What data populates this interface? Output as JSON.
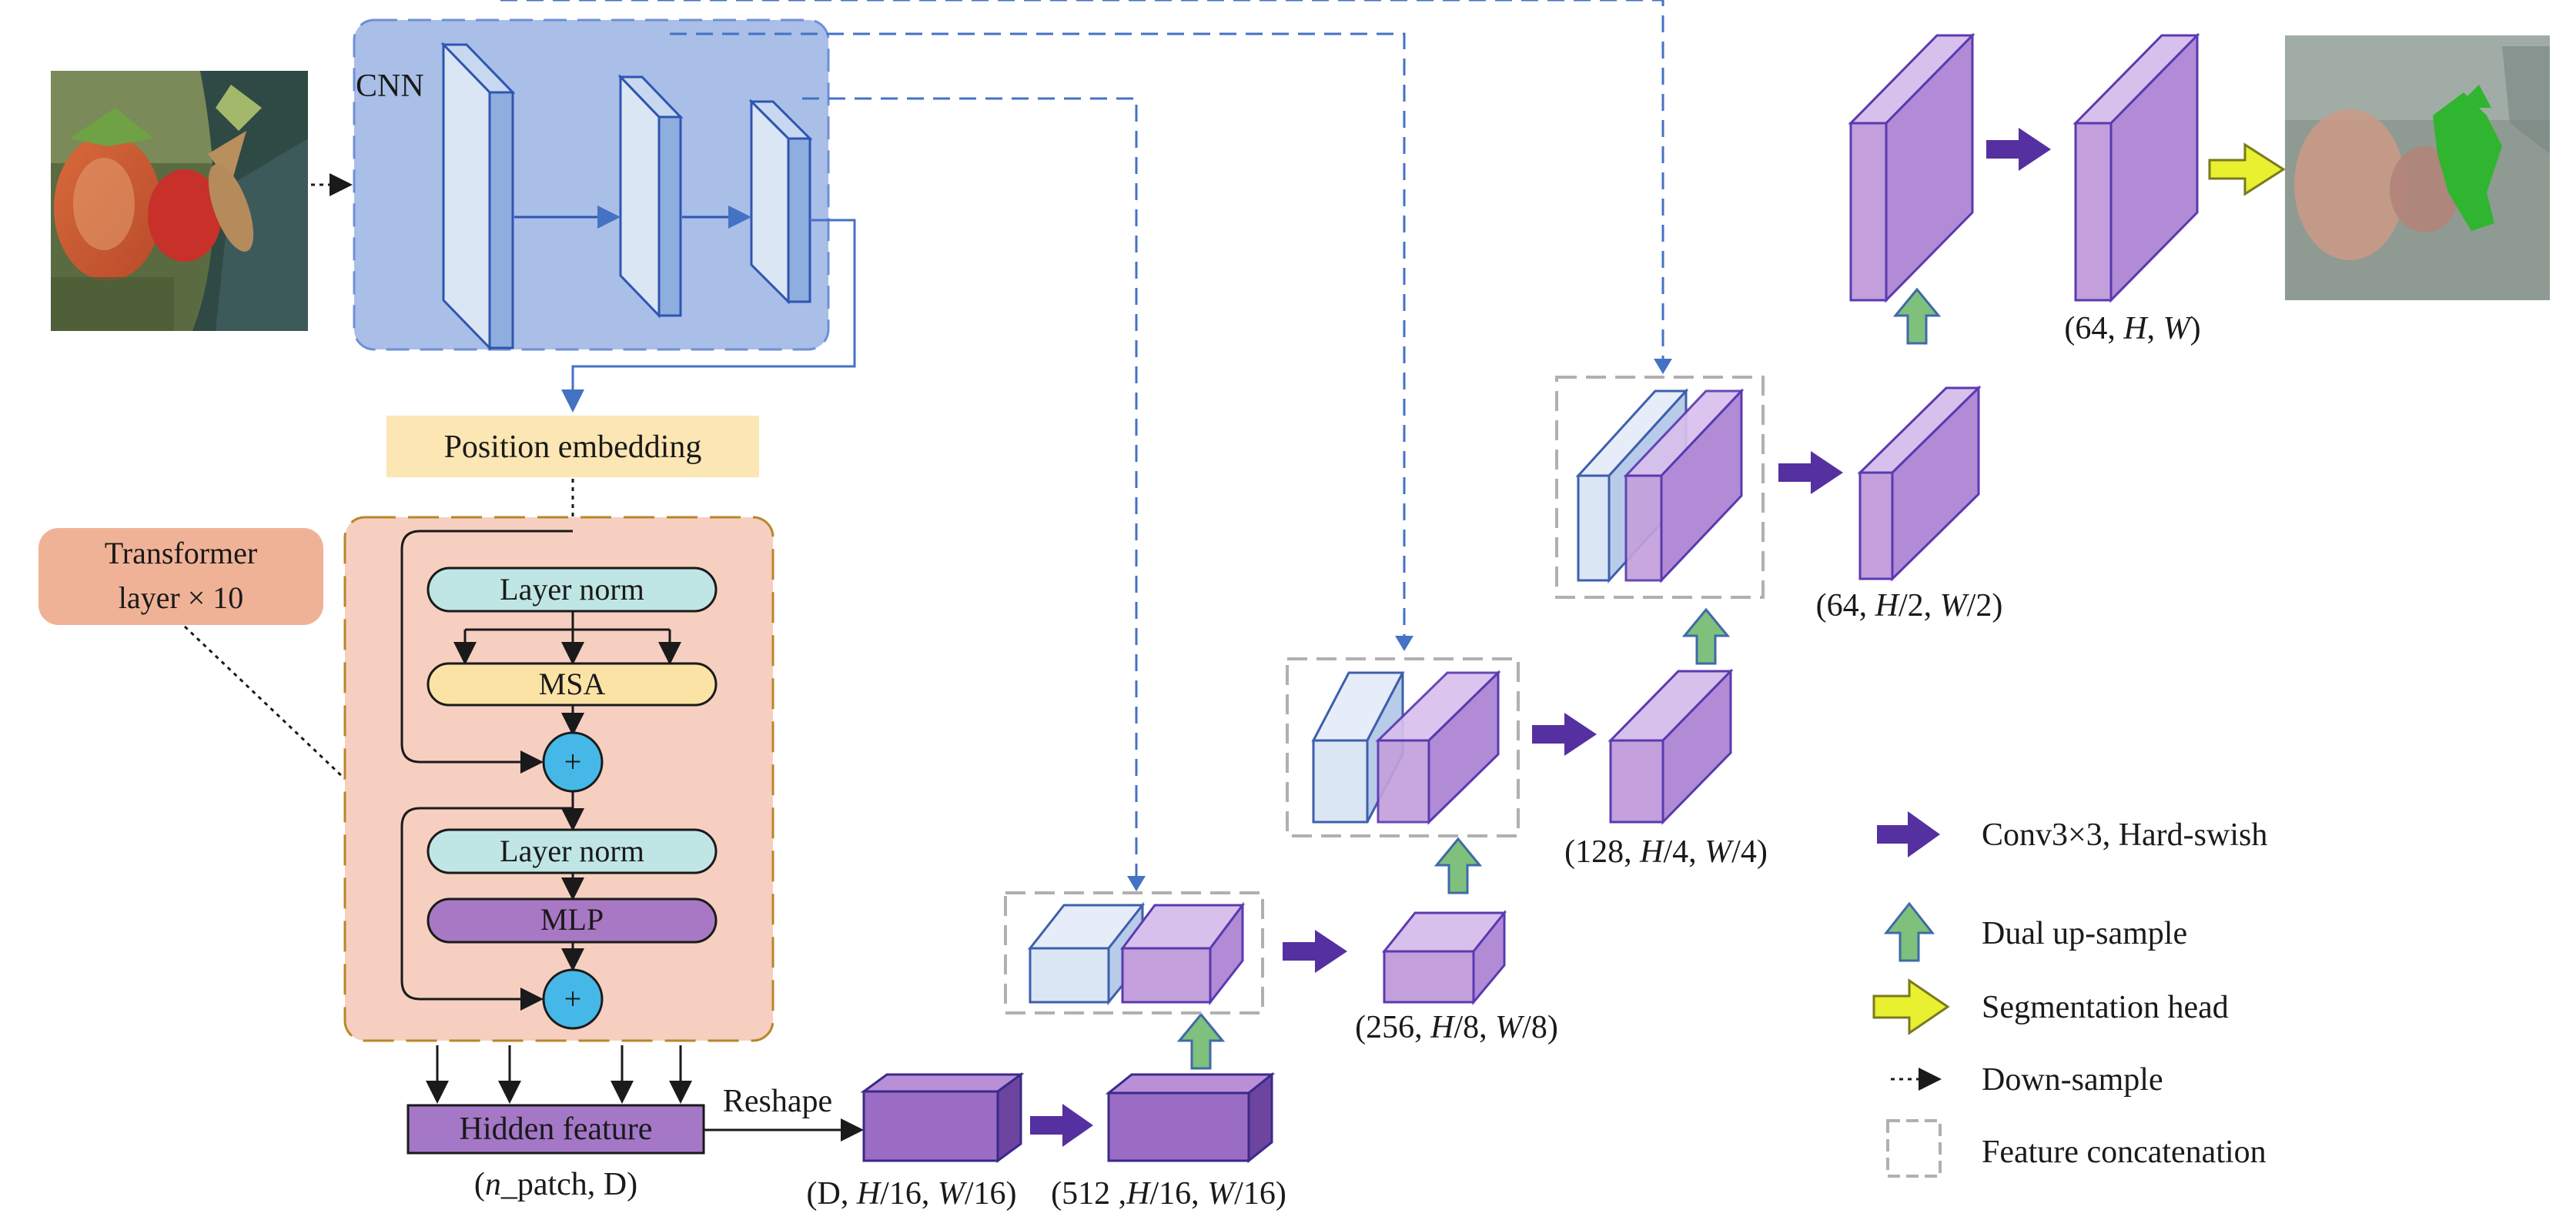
{
  "labels": {
    "cnn": "CNN",
    "position_embedding": "Position embedding",
    "transformer_line1": "Transformer",
    "transformer_line2": "layer × 10",
    "layer_norm_1": "Layer norm",
    "msa": "MSA",
    "layer_norm_2": "Layer norm",
    "mlp": "MLP",
    "plus": "+",
    "hidden_feature": "Hidden feature",
    "reshape": "Reshape"
  },
  "dims": {
    "hidden": [
      "(",
      "n",
      "_patch, D)"
    ],
    "reshape_out": [
      "(D, ",
      "H",
      "/16, ",
      "W",
      "/16)"
    ],
    "conv512": [
      "(512 ,",
      "H",
      "/16, ",
      "W",
      "/16)"
    ],
    "up256": [
      "(256, ",
      "H",
      "/8, ",
      "W",
      "/8)"
    ],
    "up128": [
      "(128, ",
      "H",
      "/4, ",
      "W",
      "/4)"
    ],
    "up64_half": [
      "(64, ",
      "H",
      "/2, ",
      "W",
      "/2)"
    ],
    "up64_full": [
      "(64, ",
      "H",
      ", ",
      "W",
      ")"
    ]
  },
  "legend": [
    {
      "label": "Conv3×3, Hard-swish",
      "icon": "purple-arrow-icon"
    },
    {
      "label": "Dual up-sample",
      "icon": "green-up-arrow-icon"
    },
    {
      "label": "Segmentation head",
      "icon": "yellow-arrow-icon"
    },
    {
      "label": "Down-sample",
      "icon": "dotted-arrow-icon"
    },
    {
      "label": "Feature concatenation",
      "icon": "dashed-box-icon"
    }
  ],
  "colors": {
    "cnn_block": "#a9bfe8",
    "cnn_border": "#6f8fd6",
    "skip_line": "#4472c4",
    "position_embedding": "#fbe6b4",
    "transformer_bg": "#f6cfc0",
    "transformer_border": "#b8862b",
    "transformer_tag": "#f0b296",
    "layer_norm": "#bfe6e4",
    "msa": "#fbe3a6",
    "mlp": "#a878c4",
    "plus": "#45b8e8",
    "hidden_feature": "#a477c7",
    "purple_face": "#c3a0dc",
    "purple_dark": "#9b6fbf",
    "block_stroke": "#4a3aa8",
    "light_blue_face": "#dbe6f5",
    "light_blue_stroke": "#3d5fad",
    "conv_arrow": "#5530a0",
    "up_arrow": "#7fc07c",
    "up_arrow_stroke": "#3f6aa8",
    "seg_arrow": "#e8f030",
    "concat_box": "#b0b0b0"
  },
  "images": {
    "input": "strawberry-input-image",
    "output": "segmentation-output-image"
  }
}
